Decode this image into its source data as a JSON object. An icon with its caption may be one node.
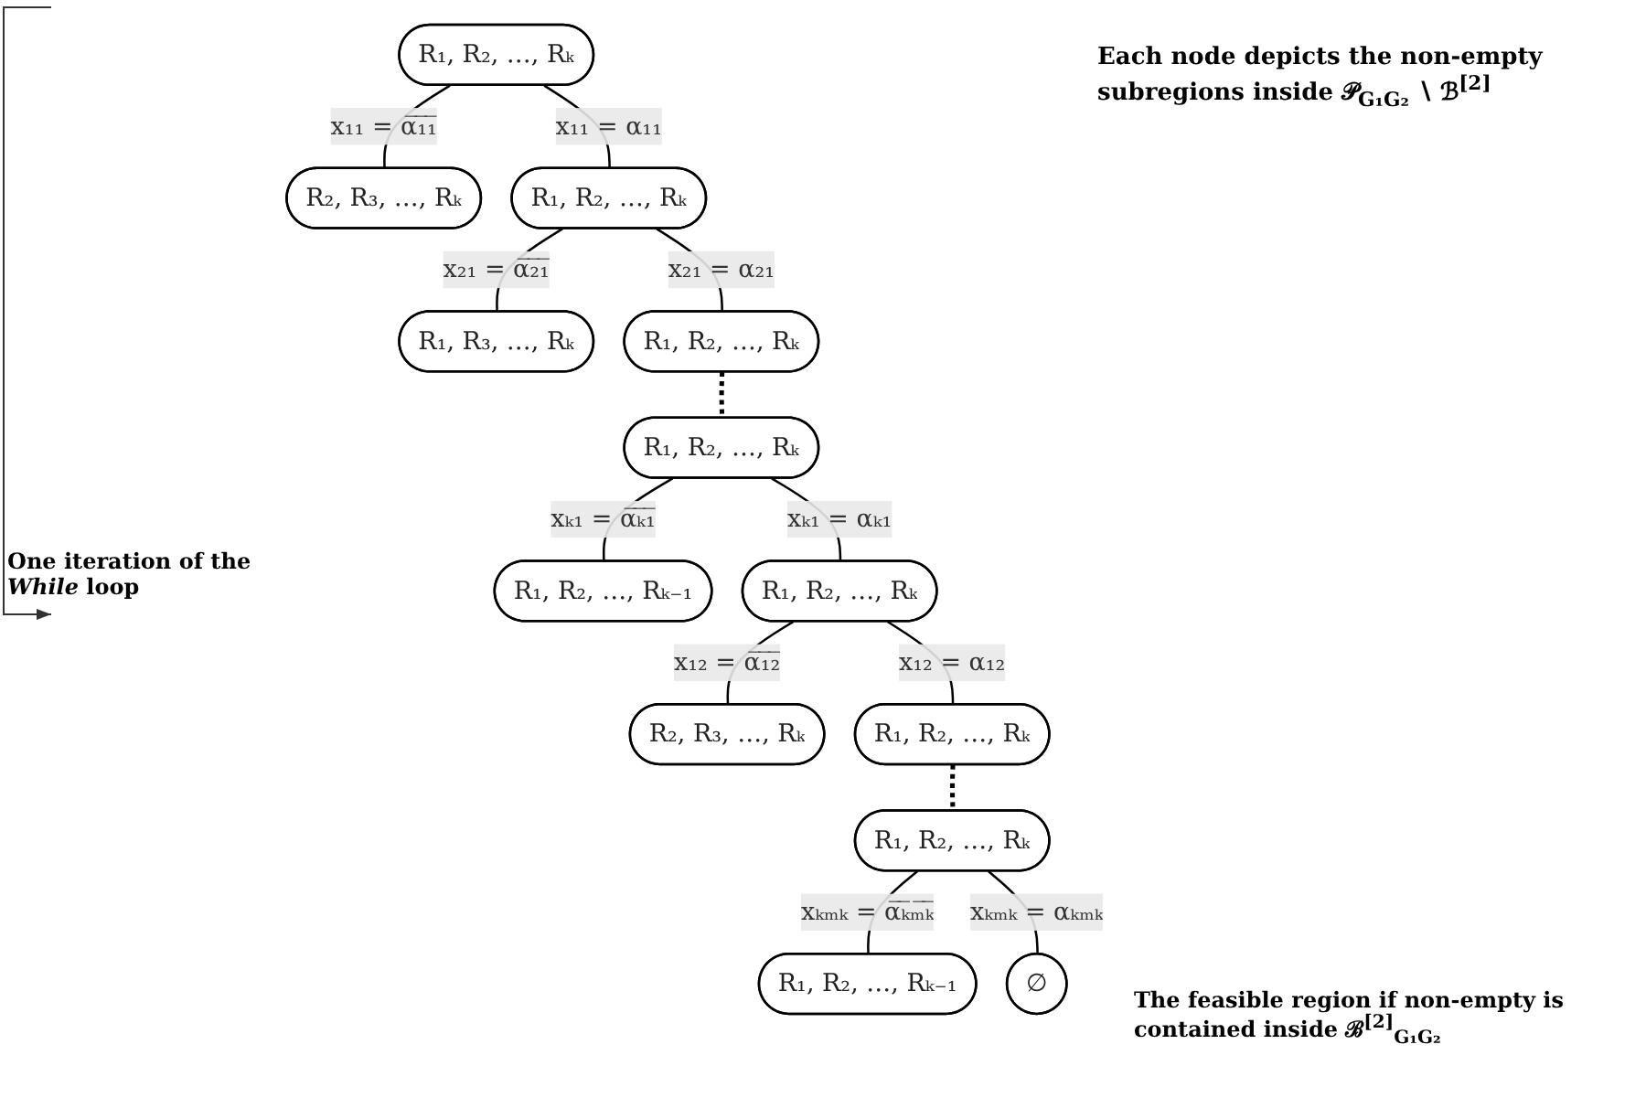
{
  "diagram": {
    "nodes": [
      {
        "text": [
          "R₁, R₂, …, Rₖ"
        ]
      },
      {
        "text": [
          "R₂, R₃, …, Rₖ"
        ]
      },
      {
        "text": [
          "R₁, R₂, …, Rₖ"
        ]
      },
      {
        "text": [
          "R₁, R₃, …, Rₖ"
        ]
      },
      {
        "text": [
          "R₁, R₂, …, Rₖ"
        ]
      },
      {
        "text": [
          "R₁, R₂, …, Rₖ"
        ]
      },
      {
        "text": [
          "R₁, R₂, …, Rₖ₋₁"
        ]
      },
      {
        "text": [
          "R₁, R₂, …, Rₖ"
        ]
      },
      {
        "text": [
          "R₂, R₃, …, Rₖ"
        ]
      },
      {
        "text": [
          "R₁, R₂, …, Rₖ"
        ]
      },
      {
        "text": [
          "R₁, R₂, …, Rₖ"
        ]
      },
      {
        "text": [
          "R₁, R₂, …, Rₖ₋₁"
        ]
      },
      {
        "text": [
          "∅"
        ],
        "beside": [
          "The feasible region if non-empty is contained inside ℬ$^{[2]}$$_{G₁G₂}$"
        ]
      }
    ],
    "edges": [
      {
        "from": 0,
        "to": 1,
        "arrow": "none",
        "label": "x₁₁ = α̅₁̅₁̅"
      },
      {
        "from": 0,
        "to": 2,
        "arrow": "none",
        "label": "x₁₁ = α₁₁"
      },
      {
        "from": 2,
        "to": 3,
        "arrow": "none",
        "label": "x₂₁ = α̅₂̅₁̅"
      },
      {
        "from": 2,
        "to": 4,
        "arrow": "none",
        "label": "x₂₁ = α₂₁"
      },
      {
        "from": 4,
        "to": 5,
        "arrow": "none",
        "style": "dashed"
      },
      {
        "from": 5,
        "to": 6,
        "arrow": "none",
        "label": "xₖ₁ = α̅ₖ̅₁̅"
      },
      {
        "from": 5,
        "to": 7,
        "arrow": "none",
        "label": "xₖ₁ = αₖ₁"
      },
      {
        "from": 7,
        "to": 8,
        "arrow": "none",
        "label": "x₁₂ = α̅₁̅₂̅"
      },
      {
        "from": 7,
        "to": 9,
        "arrow": "none",
        "label": "x₁₂ = α₁₂"
      },
      {
        "from": 9,
        "to": 10,
        "arrow": "none",
        "style": "dashed"
      },
      {
        "from": 10,
        "to": 11,
        "arrow": "none",
        "label": "xₖₘₖ = α̅ₖ̅ₘ̅ₖ̅"
      },
      {
        "from": 10,
        "to": 12,
        "arrow": "none",
        "label": "xₖₘₖ = αₖₘₖ"
      }
    ],
    "labels": [
      "Each node depicts the non-empty subregions inside 𝒫$_{G₁G₂}$ ∖ ℬ$^{[2]}$",
      "One iteration of the *While* loop"
    ]
  }
}
